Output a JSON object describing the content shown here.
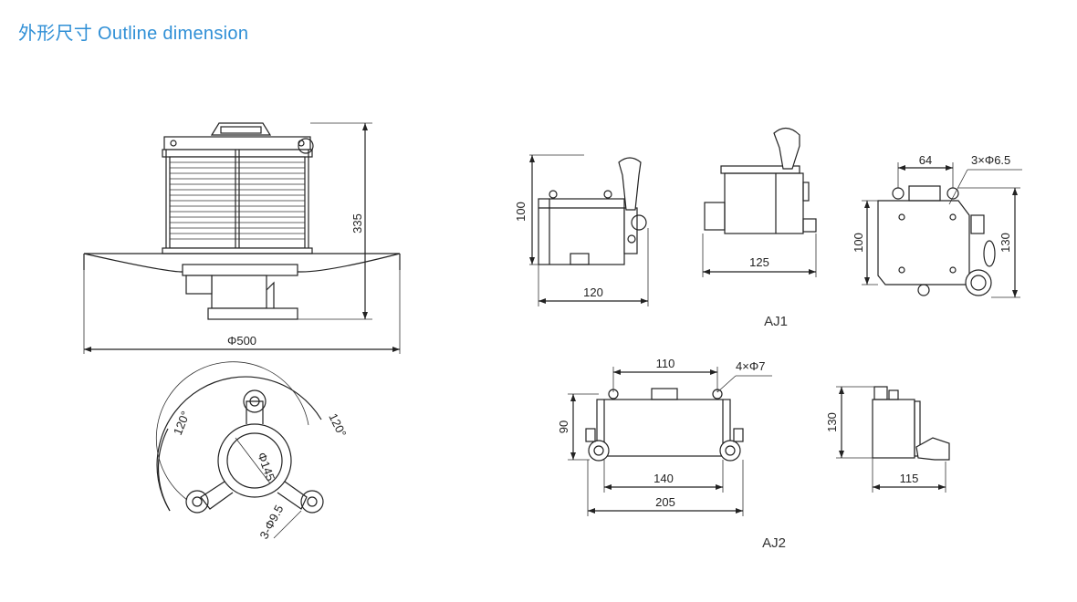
{
  "title": "外形尺寸 Outline dimension",
  "colors": {
    "title": "#2f8fd6",
    "line": "#222222"
  },
  "dimensions": {
    "main_height": "335",
    "main_diameter": "Φ500",
    "base_dia": "Φ145",
    "holes": "3-Φ9.5",
    "angle_left": "120°",
    "angle_right": "120°",
    "aj1_front_h": "100",
    "aj1_front_w": "120",
    "aj1_side_w": "125",
    "aj1_top_spacing": "64",
    "aj1_top_holes": "3×Φ6.5",
    "aj1_top_h": "100",
    "aj1_top_h2": "130",
    "aj2_top_w": "110",
    "aj2_holes": "4×Φ7",
    "aj2_h": "90",
    "aj2_w1": "140",
    "aj2_w2": "205",
    "aj2_side_h": "130",
    "aj2_side_w": "115"
  },
  "labels": {
    "aj1": "AJ1",
    "aj2": "AJ2"
  }
}
